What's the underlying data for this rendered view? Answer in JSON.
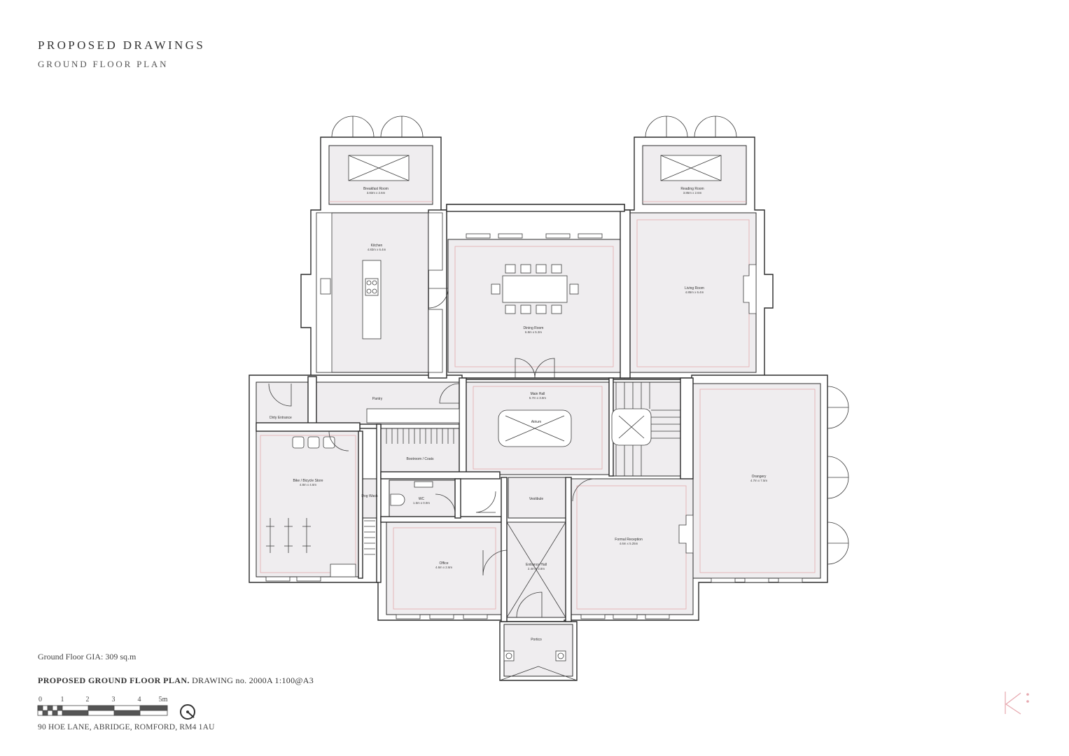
{
  "header": {
    "title": "PROPOSED DRAWINGS",
    "subtitle": "GROUND FLOOR PLAN"
  },
  "rooms": [
    {
      "id": "breakfast",
      "name": "Breakfast Room",
      "size": "3.83m x 2.6m"
    },
    {
      "id": "reading",
      "name": "Reading Room",
      "size": "3.85m x 2.6m"
    },
    {
      "id": "kitchen",
      "name": "Kitchen",
      "size": "4.83m x 6.4m"
    },
    {
      "id": "dining",
      "name": "Dining Room",
      "size": "6.8m x 5.3m"
    },
    {
      "id": "living",
      "name": "Living Room",
      "size": "4.85m x 6.4m"
    },
    {
      "id": "pantry",
      "name": "Pantry",
      "size": ""
    },
    {
      "id": "dirty_entrance",
      "name": "Dirty Entrance",
      "size": ""
    },
    {
      "id": "main_hall",
      "name": "Main Hall",
      "size": "5.7m x 3.8m"
    },
    {
      "id": "atrium",
      "name": "Atrium",
      "size": ""
    },
    {
      "id": "orangery",
      "name": "Orangery",
      "size": "4.7m x 7.5m"
    },
    {
      "id": "bike_store",
      "name": "Bike / Bicycle Store",
      "size": "4.8m x 4.6m"
    },
    {
      "id": "bootroom",
      "name": "Bootroom / Coats",
      "size": ""
    },
    {
      "id": "dog_wash",
      "name": "Dog Wash",
      "size": ""
    },
    {
      "id": "wc",
      "name": "WC",
      "size": "1.5m x 0.9m"
    },
    {
      "id": "vestibule",
      "name": "Vestibule",
      "size": ""
    },
    {
      "id": "formal_reception",
      "name": "Formal Reception",
      "size": "4.6m x 5.25m"
    },
    {
      "id": "office",
      "name": "Office",
      "size": "4.6m x 2.6m"
    },
    {
      "id": "entrance_hall",
      "name": "Entrance Hall",
      "size": "2.4m x 3.8m"
    },
    {
      "id": "portico",
      "name": "Portico",
      "size": ""
    }
  ],
  "footer": {
    "gia": "Ground Floor GIA: 309 sq.m",
    "drawing_title_bold": "PROPOSED GROUND FLOOR PLAN.",
    "drawing_title_rest": " DRAWING no. 2000A 1:100@A3",
    "scale_labels": [
      "0",
      "1",
      "2",
      "3",
      "4",
      "5m"
    ],
    "address": "90 HOE LANE, ABRIDGE, ROMFORD, RM4 1AU"
  },
  "icons": {
    "north": "north-arrow-icon",
    "logo": "k-logo-icon"
  },
  "colors": {
    "floor_fill": "#efedef",
    "wall_stroke": "#2b2b2b",
    "accent_line": "#e4a9ad"
  }
}
